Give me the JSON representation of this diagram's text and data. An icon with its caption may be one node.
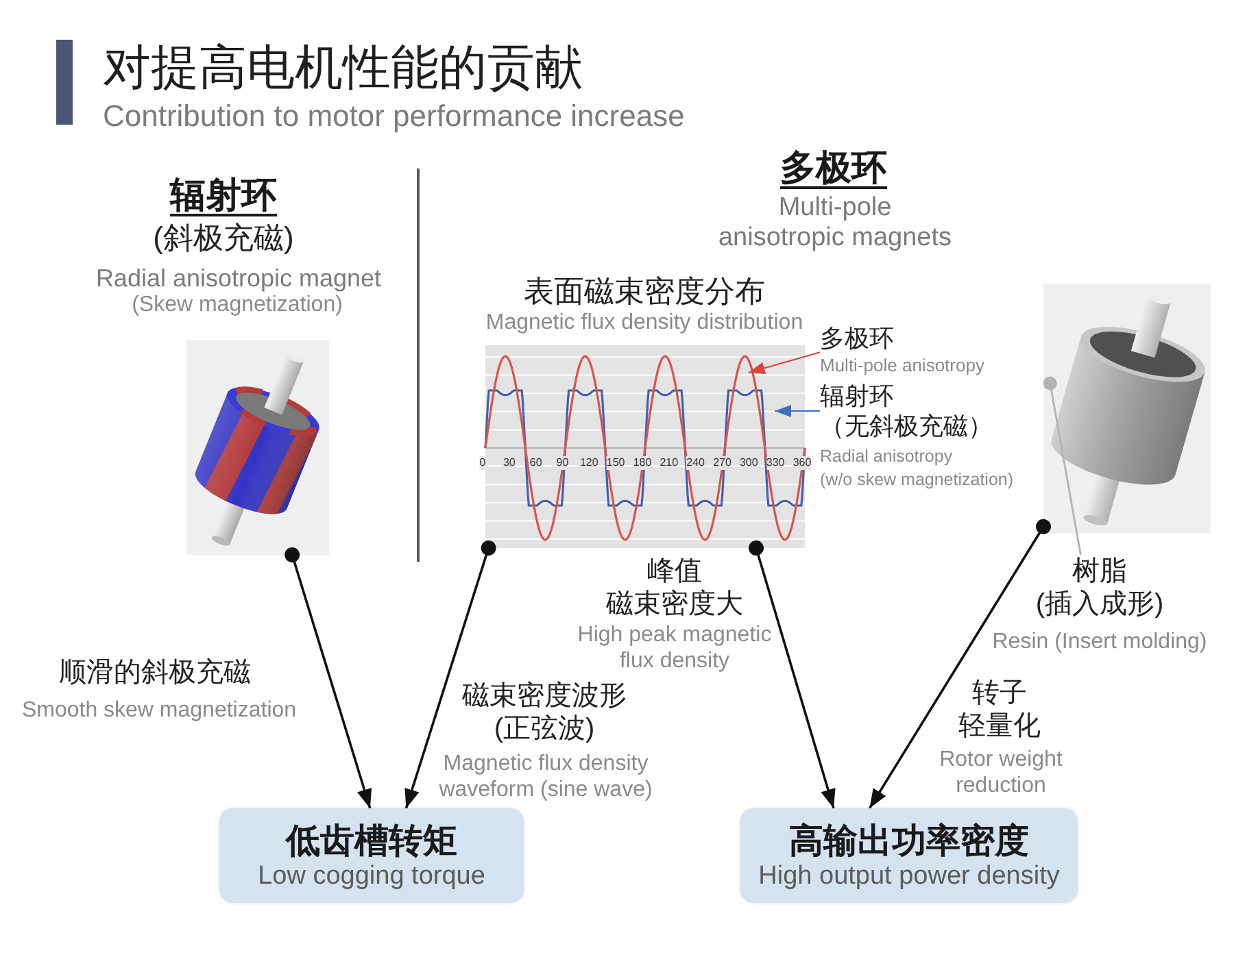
{
  "diagram": {
    "title": "对提高电机性能的贡献",
    "nodes": [
      {
        "text": [],
        "shape": "picture"
      },
      {
        "text": [
          "表面磁束密度分布",
          "Magnetic flux density distribution"
        ]
      },
      {
        "text": [
          "多极环",
          "Multi-pole anisotropy"
        ]
      },
      {
        "text": [
          "辐射环",
          "（无斜极充磁）",
          "Radial anisotropy",
          "(w/o skew magnetization)"
        ]
      },
      {
        "text": [],
        "shape": "picture"
      },
      {
        "text": [
          "树脂",
          "(插入成形)",
          "Resin (Insert molding)"
        ]
      },
      {
        "text": [
          "低齿槽转矩",
          "Low cogging torque"
        ]
      },
      {
        "text": [
          "高输出功率密度",
          "High output power density"
        ]
      }
    ],
    "edges": [
      {
        "from": 0,
        "to": 6,
        "arrow": "to"
      },
      {
        "from": 1,
        "to": 6,
        "arrow": "to"
      },
      {
        "from": 1,
        "to": 7,
        "arrow": "to"
      },
      {
        "from": 4,
        "to": 7,
        "arrow": "to"
      },
      {
        "from": 2,
        "to": 1,
        "arrow": "to",
        "color": "#d9453b"
      },
      {
        "from": 3,
        "to": 1,
        "arrow": "to",
        "color": "#3d6fbf"
      },
      {
        "from": 5,
        "to": 4,
        "arrow": "other",
        "color": "#b3b3b3"
      }
    ],
    "labels": [
      "Contribution to motor performance increase",
      "辐射环",
      "(斜极充磁)",
      "Radial anisotropic magnet",
      "(Skew magnetization)",
      "多极环",
      "Multi-pole anisotropic magnets",
      "0",
      "30",
      "60",
      "90",
      "120",
      "150",
      "180",
      "210",
      "240",
      "270",
      "300",
      "330",
      "360",
      "峰值",
      "磁束密度大",
      "High peak magnetic flux density",
      "顺滑的斜极充磁",
      "Smooth skew magnetization",
      "转子",
      "轻量化",
      "Rotor weight reduction",
      "磁束密度波形",
      "(正弦波)",
      "Magnetic flux density waveform (sine wave)"
    ]
  }
}
